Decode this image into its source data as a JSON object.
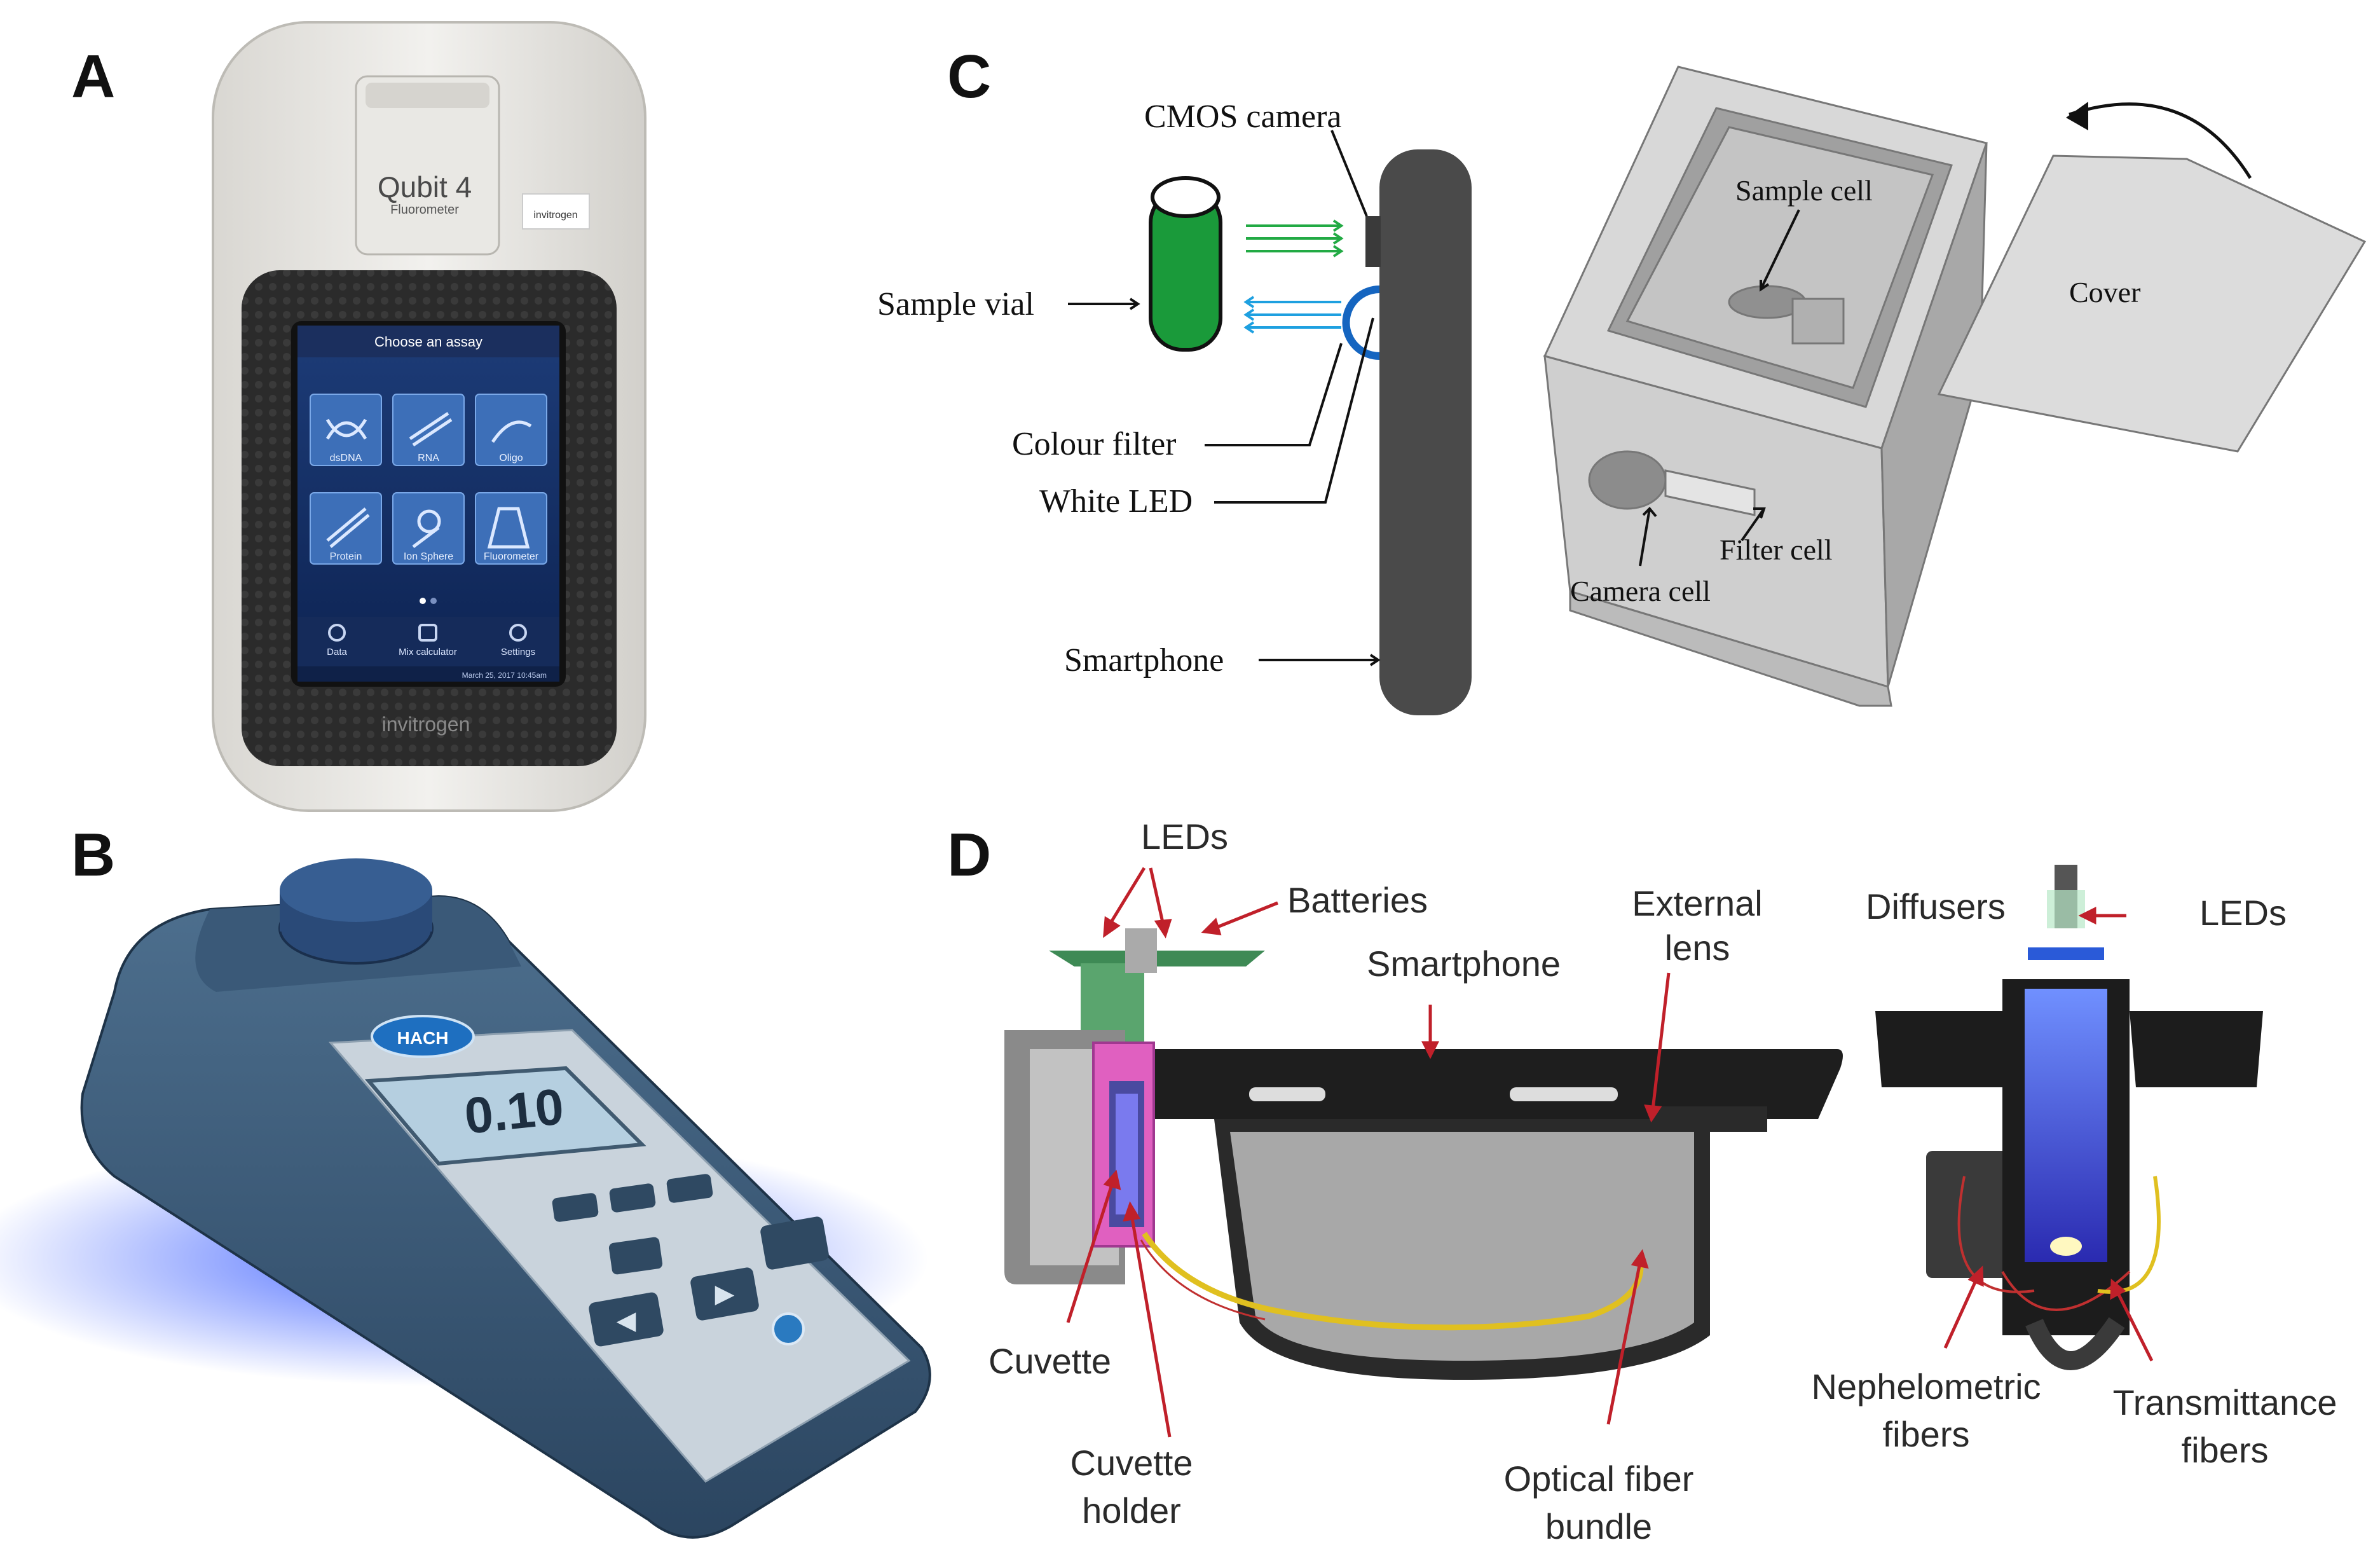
{
  "panels": {
    "a": {
      "letter": "A"
    },
    "b": {
      "letter": "B"
    },
    "c": {
      "letter": "C"
    },
    "d": {
      "letter": "D"
    }
  },
  "qubit": {
    "brand_line1": "Qubit 4",
    "brand_line2": "Fluorometer",
    "badge": "invitrogen",
    "screen_title": "Choose an assay",
    "tiles": [
      "dsDNA",
      "RNA",
      "Oligo",
      "Protein",
      "Ion Sphere",
      "Fluorometer"
    ],
    "bottom_buttons": [
      "Data",
      "Mix calculator",
      "Settings"
    ],
    "status_time": "March 25, 2017 10:45am",
    "footer_brand": "invitrogen"
  },
  "colorimeter": {
    "logo": "HACH",
    "reading": "0.10",
    "keys": [
      "◀",
      "▶"
    ]
  },
  "diagram_c": {
    "labels": {
      "cmos_camera": "CMOS camera",
      "sample_vial": "Sample vial",
      "colour_filter": "Colour filter",
      "white_led": "White LED",
      "smartphone": "Smartphone",
      "sample_cell": "Sample cell",
      "cover": "Cover",
      "filter_cell": "Filter cell",
      "camera_cell": "Camera cell"
    },
    "colors": {
      "vial": "#1a9a3a",
      "green_light": "#22aa44",
      "blue_light": "#1ea0e0",
      "filter": "#1565c0",
      "phone": "#4a4a4a"
    }
  },
  "diagram_d": {
    "labels": {
      "leds_left": "LEDs",
      "batteries": "Batteries",
      "smartphone": "Smartphone",
      "external_lens_1": "External",
      "external_lens_2": "lens",
      "cuvette": "Cuvette",
      "cuvette_holder_1": "Cuvette",
      "cuvette_holder_2": "holder",
      "optical_fiber_1": "Optical fiber",
      "optical_fiber_2": "bundle",
      "diffusers": "Diffusers",
      "leds_right": "LEDs",
      "nephelometric_1": "Nephelometric",
      "nephelometric_2": "fibers",
      "transmittance_1": "Transmittance",
      "transmittance_2": "fibers"
    },
    "colors": {
      "arrow": "#c0202a",
      "holder": "#e060c0",
      "fiber": "#e0c020"
    }
  }
}
